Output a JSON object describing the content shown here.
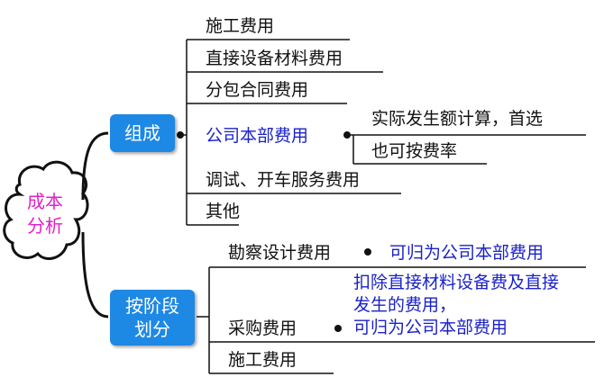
{
  "root": {
    "line1": "成本",
    "line2": "分析"
  },
  "composition": {
    "title": "组成",
    "items": [
      "施工费用",
      "直接设备材料费用",
      "分包合同费用",
      "公司本部费用",
      "调试、开车服务费用",
      "其他"
    ],
    "hq_notes": [
      "实际发生额计算，首选",
      "也可按费率"
    ]
  },
  "stage": {
    "title_line1": "按阶段",
    "title_line2": "划分",
    "survey": "勘察设计费用",
    "survey_note": "可归为公司本部费用",
    "purchase": "采购费用",
    "purchase_note_line1": "扣除直接材料设备费及直接",
    "purchase_note_line2": "发生的费用，",
    "purchase_note_line3": "可归为公司本部费用",
    "construction": "施工费用"
  },
  "colors": {
    "node": "#1e88e5",
    "root_text": "#e020c8",
    "note_text": "#1b22c8"
  }
}
